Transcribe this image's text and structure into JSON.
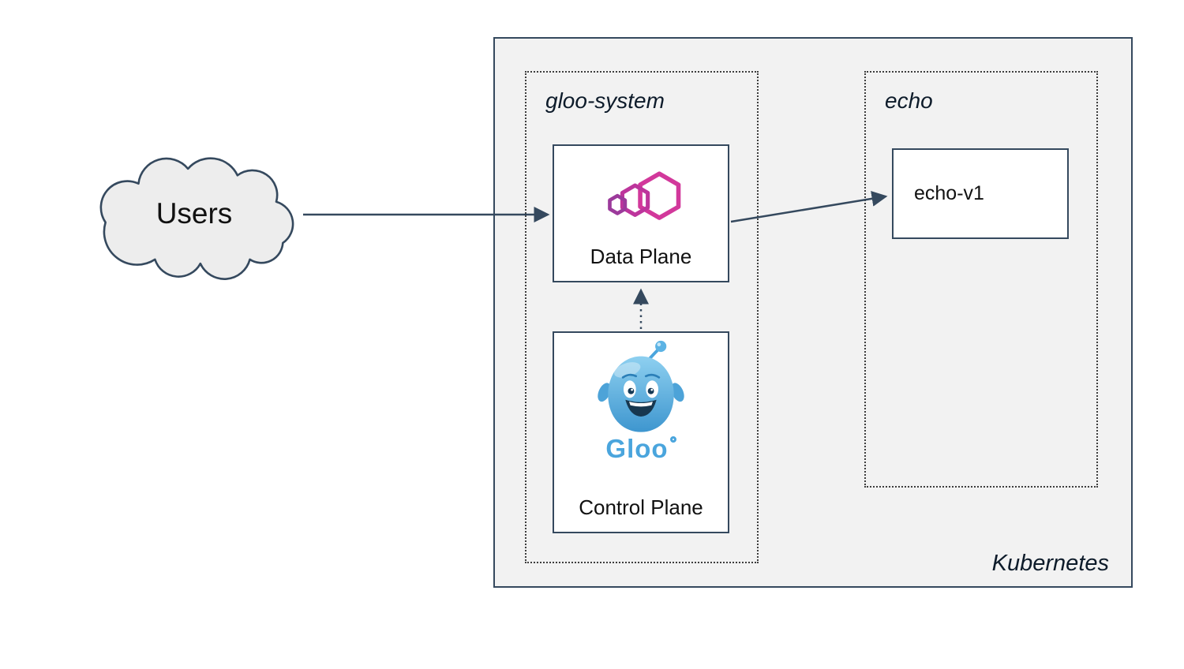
{
  "diagram": {
    "users": {
      "label": "Users"
    },
    "kubernetes": {
      "label": "Kubernetes"
    },
    "gloo_system": {
      "label": "gloo-system",
      "data_plane": {
        "label": "Data Plane",
        "icon": "gloo-gateway-icon"
      },
      "control_plane": {
        "label": "Control Plane",
        "wordmark": "Gloo",
        "icon": "gloo-mascot-icon"
      }
    },
    "echo": {
      "label": "echo",
      "echo_v1": {
        "label": "echo-v1"
      }
    },
    "arrows": [
      {
        "name": "users-to-data-plane",
        "style": "solid"
      },
      {
        "name": "data-plane-to-echo-v1",
        "style": "solid"
      },
      {
        "name": "control-plane-to-data-plane",
        "style": "dotted"
      }
    ],
    "colors": {
      "border": "#35495e",
      "kubernetes_fill": "#f2f2f2",
      "cloud_fill": "#ededed",
      "gloo_pink": "#d2389b",
      "gloo_purple": "#9c3a9b",
      "gloo_blue": "#4aa5dd",
      "text": "#111111"
    }
  }
}
